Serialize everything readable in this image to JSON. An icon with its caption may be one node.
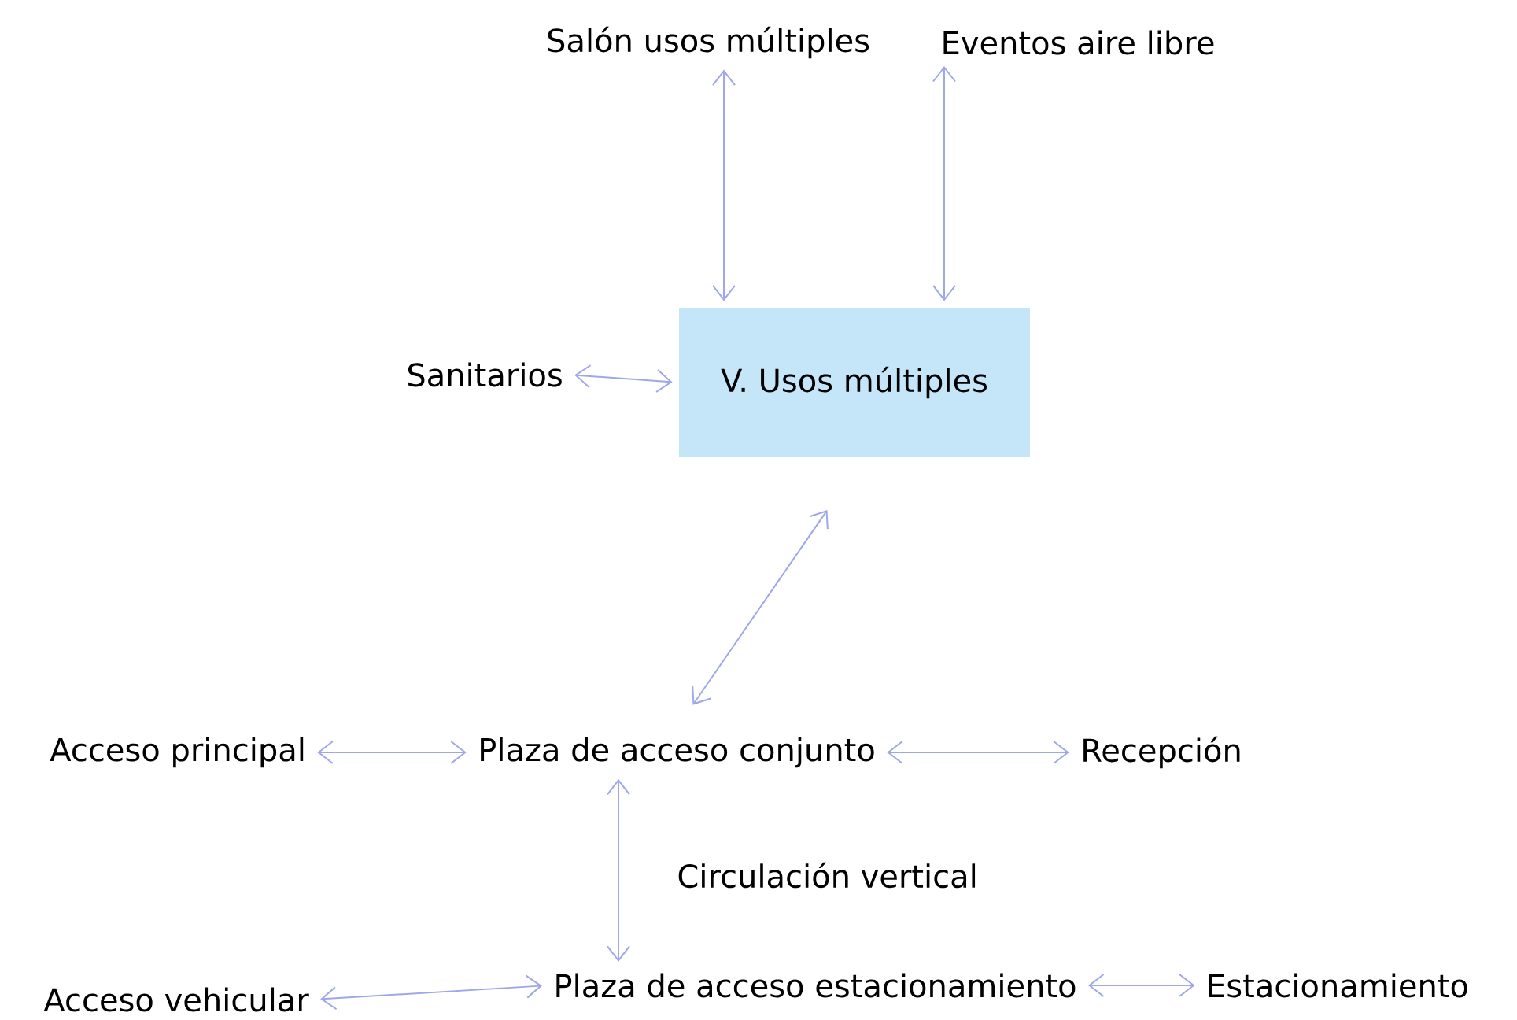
{
  "diagram": {
    "nodes": [
      {
        "text": [
          "Salón usos múltiples"
        ]
      },
      {
        "text": [
          "Eventos aire libre"
        ]
      },
      {
        "text": [
          "Sanitarios"
        ]
      },
      {
        "text": [
          "V. Usos múltiples"
        ]
      },
      {
        "text": [
          "Acceso principal"
        ]
      },
      {
        "text": [
          "Plaza de acceso conjunto"
        ]
      },
      {
        "text": [
          "Recepción"
        ]
      },
      {
        "text": [
          "Acceso vehicular"
        ]
      },
      {
        "text": [
          "Plaza de acceso estacionamiento"
        ]
      },
      {
        "text": [
          "Estacionamiento"
        ]
      }
    ],
    "edges": [
      {
        "from": 0,
        "to": 3,
        "arrow": "both"
      },
      {
        "from": 1,
        "to": 3,
        "arrow": "both"
      },
      {
        "from": 2,
        "to": 3,
        "arrow": "both"
      },
      {
        "from": 3,
        "to": 5,
        "arrow": "both"
      },
      {
        "from": 4,
        "to": 5,
        "arrow": "both"
      },
      {
        "from": 5,
        "to": 6,
        "arrow": "both"
      },
      {
        "from": 5,
        "to": 8,
        "arrow": "both",
        "label": "Circulación vertical"
      },
      {
        "from": 7,
        "to": 8,
        "arrow": "both"
      },
      {
        "from": 8,
        "to": 9,
        "arrow": "both"
      }
    ]
  }
}
